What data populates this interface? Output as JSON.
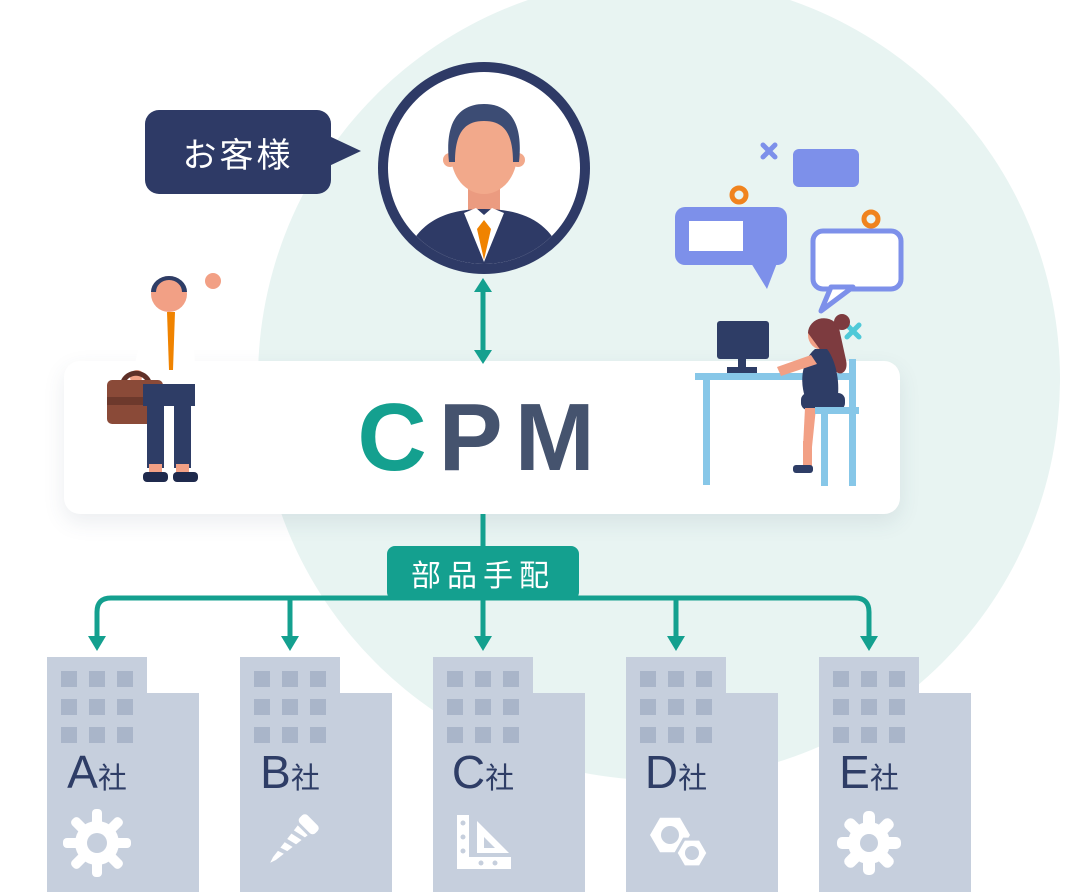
{
  "customer_bubble": {
    "label": "お客様"
  },
  "cpm": {
    "c": "C",
    "pm": "PM"
  },
  "parts_badge": {
    "label": "部品手配"
  },
  "companies": [
    {
      "letter": "A",
      "suffix": "社",
      "icon": "gear-icon"
    },
    {
      "letter": "B",
      "suffix": "社",
      "icon": "screw-icon"
    },
    {
      "letter": "C",
      "suffix": "社",
      "icon": "set-square-icon"
    },
    {
      "letter": "D",
      "suffix": "社",
      "icon": "hex-nuts-icon"
    },
    {
      "letter": "E",
      "suffix": "社",
      "icon": "gear-icon"
    }
  ],
  "colors": {
    "teal_accent": "#14a08f",
    "navy": "#2e3d66",
    "mint_background": "#e8f4f2",
    "building": "#c6cfdd",
    "building_window": "#a9b5c9",
    "orange": "#f08300",
    "periwinkle": "#7d90ea",
    "cpm_pm_text": "#45536e"
  }
}
